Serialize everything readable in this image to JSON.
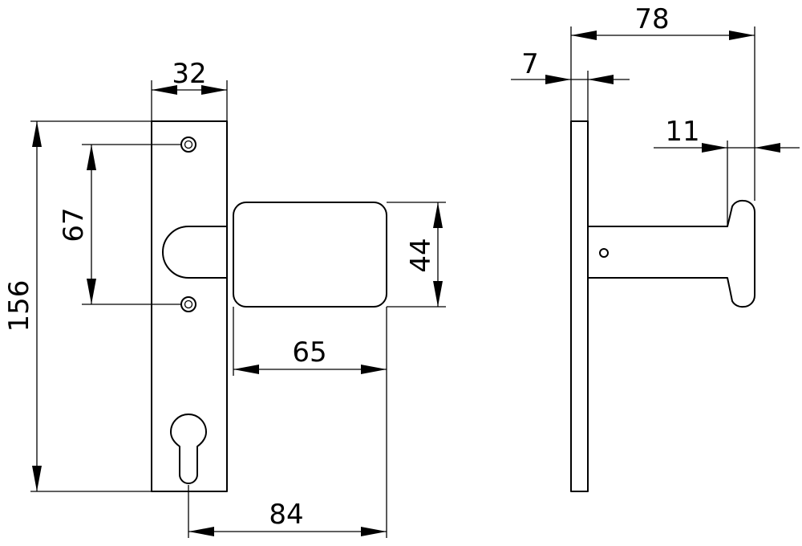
{
  "drawing": {
    "dimensions": {
      "plate_width": "32",
      "plate_height": "156",
      "hole_spacing": "67",
      "knob_height": "44",
      "knob_projection": "65",
      "backset": "84",
      "overall_depth": "78",
      "plate_thickness": "7",
      "rose_thickness": "11"
    }
  }
}
